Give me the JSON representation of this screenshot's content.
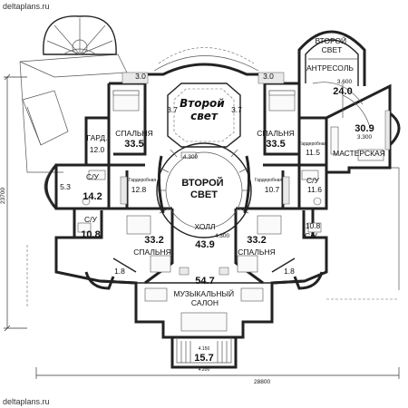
{
  "watermark_top": "deltaplans.ru",
  "watermark_bottom": "deltaplans.ru",
  "dimensions": {
    "vertical": "23700",
    "horizontal": "28800"
  },
  "rooms": {
    "second_light_top_right": "ВТОРОЙ\nСВЕТ",
    "antresol_label": "АНТРЕСОЛЬ",
    "antresol_area": "24.0",
    "workshop_area": "30.9",
    "workshop_label": "МАСТЕРСКАЯ",
    "vtoroy_svet_italic": "Второй\nсвет",
    "wing_left_3_0": "3.0",
    "wing_right_3_0": "3.0",
    "col_left_3_7": "3.7",
    "col_right_3_7": "3.7",
    "bedroom_nw_label": "СПАЛЬНЯ",
    "bedroom_nw_area": "33.5",
    "bedroom_ne_label": "СПАЛЬНЯ",
    "bedroom_ne_area": "33.5",
    "dressing_left_label": "ГАРД.",
    "dressing_left_area": "12.0",
    "dressing_right_label": "Гардеробная",
    "dressing_right_area": "11.5",
    "bath_left_label": "С/У",
    "bath_left_area": "14.2",
    "bath_right_label": "С/У",
    "bath_right_area": "11.6",
    "wardrobe_center_left_label": "Гардеробная",
    "wardrobe_center_left_area": "12.8",
    "wardrobe_center_right_label": "Гардеробная",
    "wardrobe_center_right_area": "10.7",
    "second_light_center": "ВТОРОЙ\nСВЕТ",
    "balcony_left_area": "5.3",
    "bath_sw_label": "С/У",
    "bath_sw_area": "10.8",
    "bath_se_label": "С/У",
    "bath_se_area": "10.8",
    "hall_label": "ХОЛЛ",
    "hall_area": "43.9",
    "bedroom_sw_area": "33.2",
    "bedroom_sw_label": "СПАЛЬНЯ",
    "bedroom_se_area": "33.2",
    "bedroom_se_label": "СПАЛЬНЯ",
    "corner_sw_area": "1.8",
    "corner_se_area": "1.8",
    "music_area": "54.7",
    "music_label": "МУЗЫКАЛЬНЫЙ\nСАЛОН",
    "balcony_bottom_area": "15.7"
  },
  "level_marks": {
    "antresol_level": "3.600",
    "workshop_level": "3.300",
    "stair_center_level": "4.300",
    "hall_level": "4.300",
    "balcony_level_top": "4.150",
    "balcony_level_bottom": "4.200"
  }
}
